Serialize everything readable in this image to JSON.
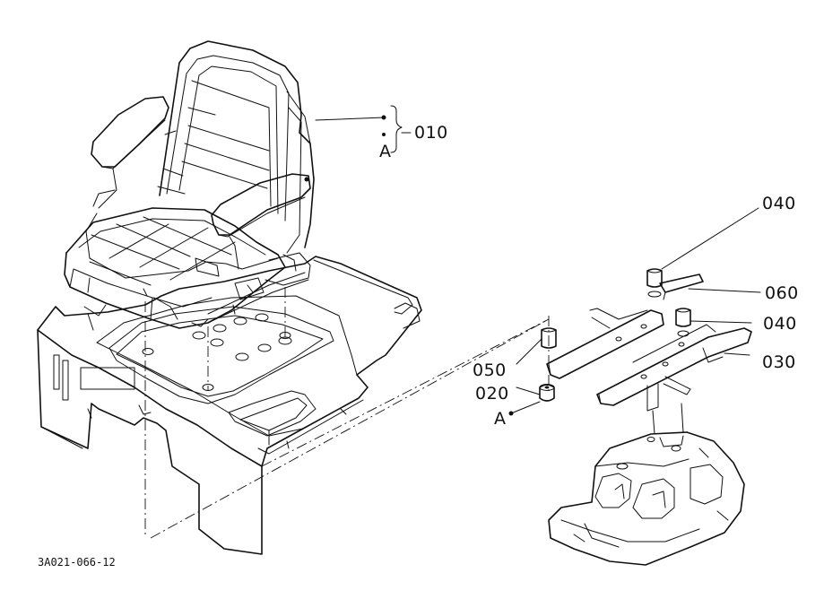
{
  "parts": {
    "p010": "010",
    "p040_top": "040",
    "p060": "060",
    "p040_mid": "040",
    "p030": "030",
    "p050": "050",
    "p020": "020",
    "ref_a_top": "A",
    "ref_a_bottom": "A"
  },
  "drawing_number": "3A021-066-12"
}
